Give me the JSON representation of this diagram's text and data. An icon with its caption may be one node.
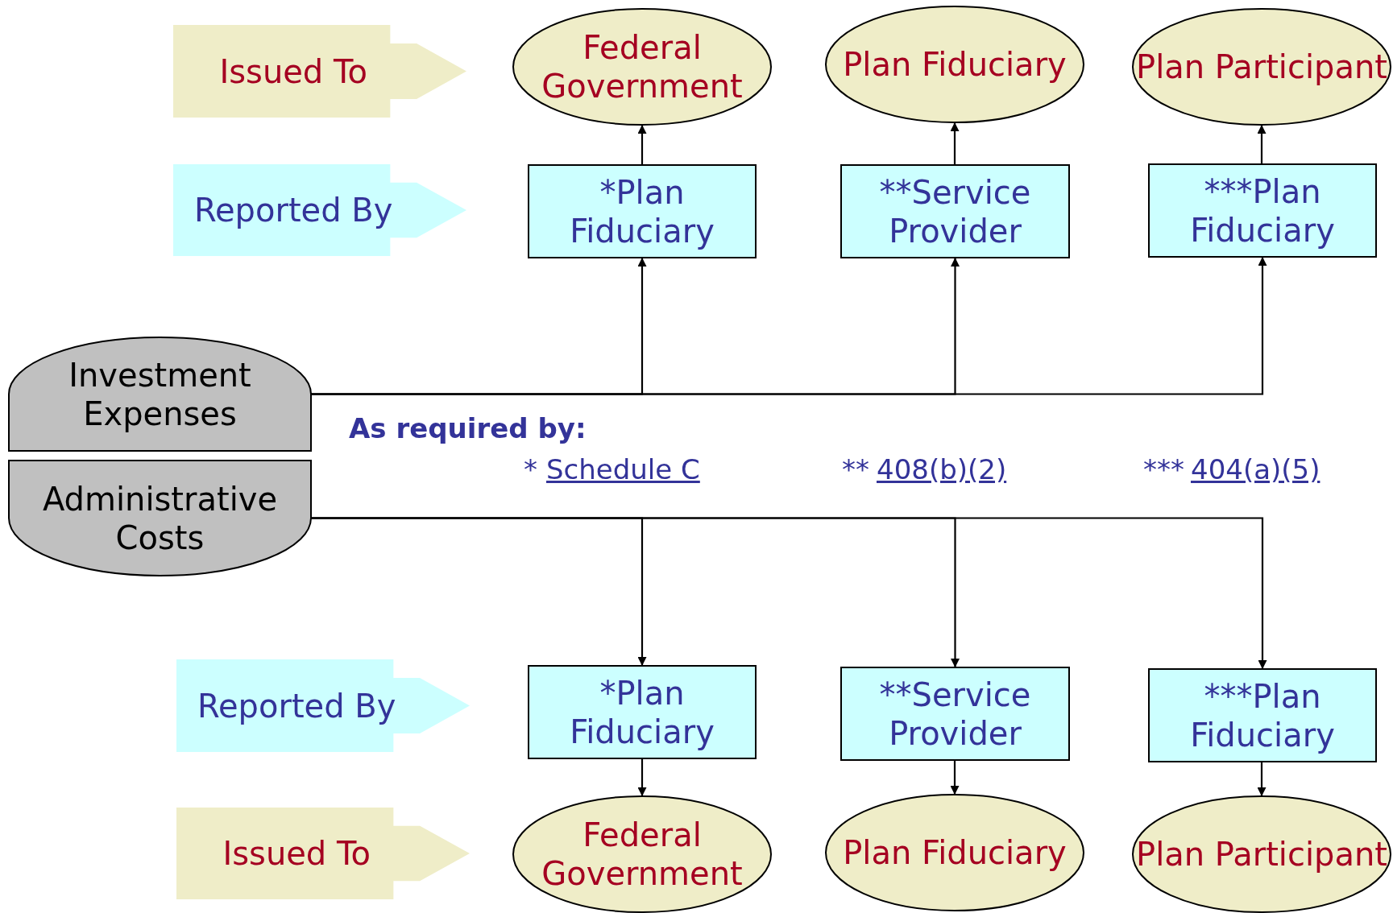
{
  "diagram": {
    "nodes": [
      {
        "text": [
          "Issued To"
        ]
      },
      {
        "text": [
          "Federal Government"
        ]
      },
      {
        "text": [
          "Plan Fiduciary"
        ]
      },
      {
        "text": [
          "Plan Participant"
        ]
      },
      {
        "text": [
          "Reported By"
        ]
      },
      {
        "text": [
          "*Plan Fiduciary"
        ]
      },
      {
        "text": [
          "**Service Provider"
        ]
      },
      {
        "text": [
          "***Plan Fiduciary"
        ]
      },
      {
        "text": [
          "Investment Expenses"
        ]
      },
      {
        "text": [
          "Administrative Costs"
        ]
      },
      {
        "text": [
          "Reported By"
        ]
      },
      {
        "text": [
          "*Plan Fiduciary"
        ]
      },
      {
        "text": [
          "**Service Provider"
        ]
      },
      {
        "text": [
          "***Plan Fiduciary"
        ]
      },
      {
        "text": [
          "Issued To"
        ]
      },
      {
        "text": [
          "Federal Government"
        ]
      },
      {
        "text": [
          "Plan Fiduciary"
        ]
      },
      {
        "text": [
          "Plan Participant"
        ]
      }
    ],
    "edges": [
      {
        "from": 5,
        "to": 1,
        "arrow": "to"
      },
      {
        "from": 6,
        "to": 2,
        "arrow": "to"
      },
      {
        "from": 7,
        "to": 3,
        "arrow": "to"
      },
      {
        "from": 8,
        "to": 5,
        "arrow": "to"
      },
      {
        "from": 8,
        "to": 6,
        "arrow": "to"
      },
      {
        "from": 8,
        "to": 7,
        "arrow": "to"
      },
      {
        "from": 9,
        "to": 11,
        "arrow": "to"
      },
      {
        "from": 9,
        "to": 12,
        "arrow": "to"
      },
      {
        "from": 9,
        "to": 13,
        "arrow": "to"
      },
      {
        "from": 11,
        "to": 15,
        "arrow": "to"
      },
      {
        "from": 12,
        "to": 16,
        "arrow": "to"
      },
      {
        "from": 13,
        "to": 17,
        "arrow": "to"
      }
    ],
    "labels": [
      "As required by:",
      "*",
      "Schedule C",
      "**",
      "408(b)(2)",
      "***",
      "404(a)(5)"
    ]
  }
}
